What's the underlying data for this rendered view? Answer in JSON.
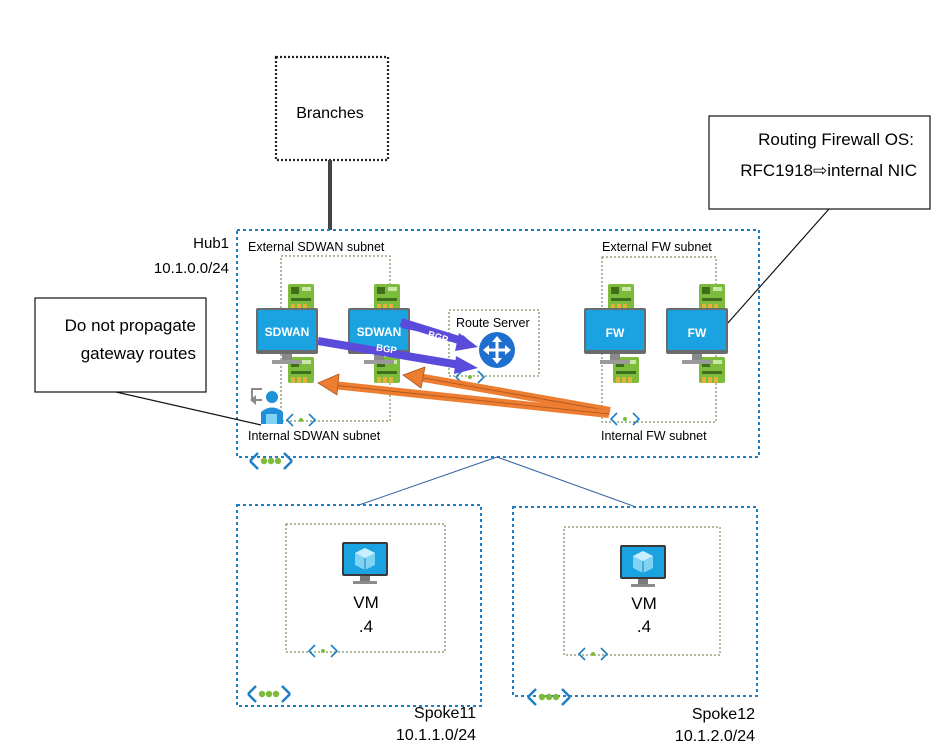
{
  "branches": {
    "label": "Branches"
  },
  "callout_firewall": {
    "line1": "Routing Firewall OS:",
    "line2": "RFC1918⇨internal NIC"
  },
  "callout_propagate": {
    "line1": "Do not propagate",
    "line2": "gateway routes"
  },
  "hub": {
    "name": "Hub1",
    "cidr": "10.1.0.0/24",
    "subnets": {
      "ext_sdwan": "External SDWAN subnet",
      "int_sdwan": "Internal SDWAN subnet",
      "ext_fw": "External FW subnet",
      "int_fw": "Internal FW subnet",
      "route_server": "Route Server"
    },
    "appliances": {
      "sdwan1": "SDWAN",
      "sdwan2": "SDWAN",
      "fw1": "FW",
      "fw2": "FW"
    },
    "bgp_label_1": "BGP",
    "bgp_label_2": "BGP"
  },
  "spokes": [
    {
      "name": "Spoke11",
      "cidr": "10.1.1.0/24",
      "vm_label": "VM",
      "vm_ip": ".4"
    },
    {
      "name": "Spoke12",
      "cidr": "10.1.2.0/24",
      "vm_label": "VM",
      "vm_ip": ".4"
    }
  ],
  "colors": {
    "vnet_border": "#1e7fc4",
    "subnet_border": "#5a7a3a",
    "bgp_arrow": "#5b4bdb",
    "return_arrow": "#ed7d31",
    "appliance_screen": "#1aa3e0",
    "nic_green": "#7dbb3c",
    "vnet_dots": "#7dbb3c"
  }
}
